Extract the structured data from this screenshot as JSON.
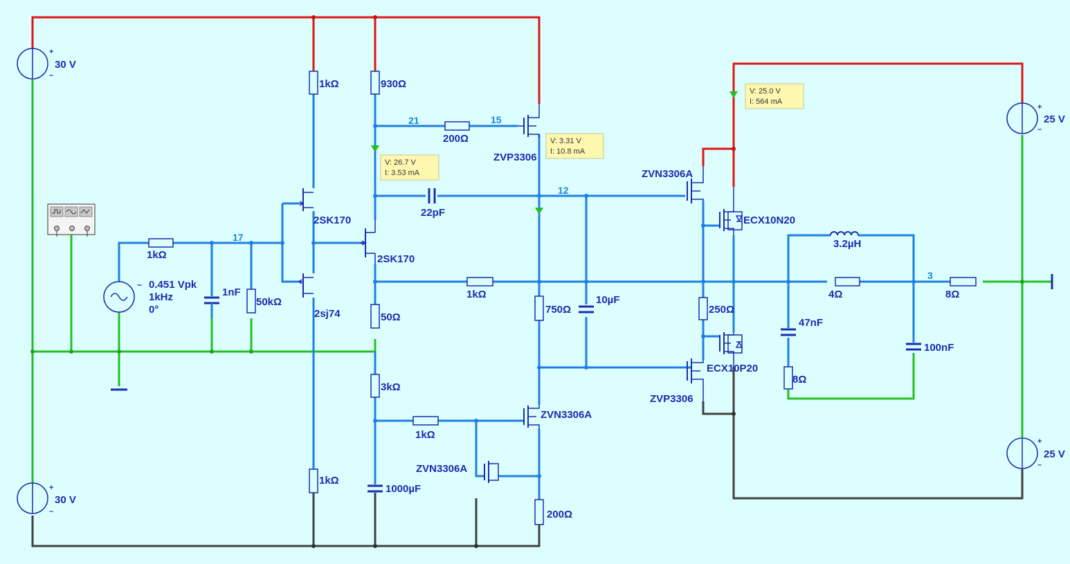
{
  "sources": {
    "top_left": "30 V",
    "bottom_left": "30 V",
    "top_right": "25 V",
    "bottom_right": "25 V",
    "signal": {
      "amplitude": "0.451 Vpk",
      "freq": "1kHz",
      "phase": "0°"
    }
  },
  "resistors": {
    "r_in": "1kΩ",
    "r_50k": "50kΩ",
    "r_top_1k": "1kΩ",
    "r_bot_1k": "1kΩ",
    "r_930": "930Ω",
    "r_200_top": "200Ω",
    "r_50": "50Ω",
    "r_3k": "3kΩ",
    "r_1k_mid": "1kΩ",
    "r_1k_bottom": "1kΩ",
    "r_750": "750Ω",
    "r_200_bot": "200Ω",
    "r_250": "250Ω",
    "r_4": "4Ω",
    "r_8_zobel": "8Ω",
    "r_load": "8Ω"
  },
  "capacitors": {
    "c_1n": "1nF",
    "c_22p": "22pF",
    "c_10u": "10µF",
    "c_1000u": "1000µF",
    "c_47n": "47nF",
    "c_100n": "100nF"
  },
  "inductors": {
    "l_out": "3.2µH"
  },
  "transistors": {
    "q1": "2SK170",
    "q2": "2SK170",
    "q3": "2sj74",
    "m_zvp_top": "ZVP3306",
    "m_zvn_mid": "ZVN3306A",
    "m_zvn_low": "ZVN3306A",
    "m_zvn_drv": "ZVN3306A",
    "m_zvp_drv": "ZVP3306",
    "m_out_n": "ECX10N20",
    "m_out_p": "ECX10P20"
  },
  "nets": {
    "n17": "17",
    "n21": "21",
    "n15": "15",
    "n12": "12",
    "n3": "3"
  },
  "probes": {
    "p1": {
      "v": "V: 26.7 V",
      "i": "I: 3.53 mA"
    },
    "p2": {
      "v": "V: 3.31 V",
      "i": "I: 10.8 mA"
    },
    "p3": {
      "v": "V: 25.0 V",
      "i": "I: 564 mA"
    }
  },
  "colors": {
    "background": "#dcfefe",
    "signal": "#1e7fe0",
    "positive": "#e01515",
    "ground": "#22c022",
    "negative": "#404040",
    "label": "#1a2bb0",
    "probe": "#fdf7b0"
  }
}
